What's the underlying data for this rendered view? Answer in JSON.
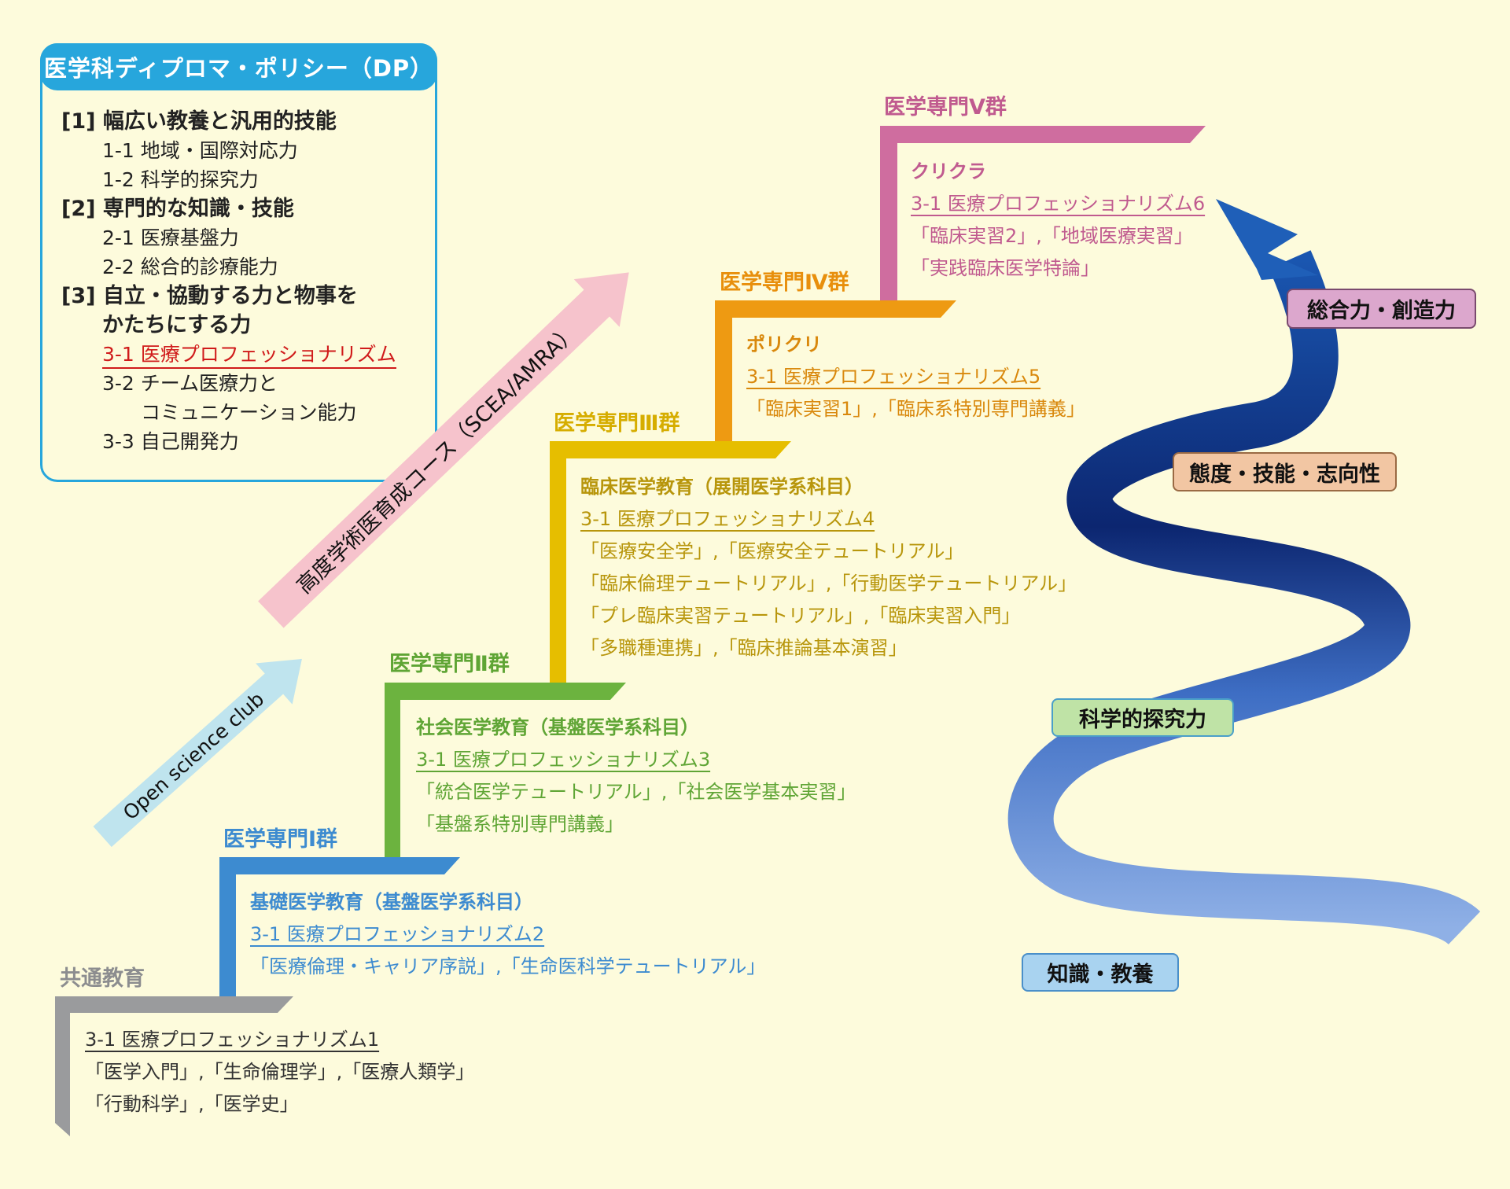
{
  "dp": {
    "title": "医学科ディプロマ・ポリシー（DP）",
    "items": [
      {
        "text": "[1] 幅広い教養と汎用的技能",
        "level": "heading"
      },
      {
        "text": "1-1 地域・国際対応力",
        "level": "sub"
      },
      {
        "text": "1-2 科学的探究力",
        "level": "sub"
      },
      {
        "text": "[2] 専門的な知識・技能",
        "level": "heading"
      },
      {
        "text": "2-1 医療基盤力",
        "level": "sub"
      },
      {
        "text": "2-2 総合的診療能力",
        "level": "sub"
      },
      {
        "text": "[3] 自立・協動する力と物事を",
        "level": "heading"
      },
      {
        "text": "かたちにする力",
        "level": "heading-cont"
      },
      {
        "text": "3-1 医療プロフェッショナリズム",
        "level": "highlight"
      },
      {
        "text": "3-2 チーム医療力と",
        "level": "sub"
      },
      {
        "text": "コミュニケーション能力",
        "level": "sub-cont"
      },
      {
        "text": "3-3 自己開発力",
        "level": "sub"
      }
    ]
  },
  "arrows": {
    "open_science": "Open science club",
    "advanced": "高度学術医育成コース（SCEA/AMRA）"
  },
  "steps": [
    {
      "label": "共通教育",
      "color": "#9a9b9d",
      "title": "",
      "pro": "3-1 医療プロフェッショナリズム1",
      "courses": [
        "「医学入門」,「生命倫理学」,「医療人類学」",
        "「行動科学」,「医学史」"
      ]
    },
    {
      "label": "医学専門Ⅰ群",
      "color": "#3d8bd0",
      "title": "基礎医学教育（基盤医学系科目）",
      "pro": "3-1 医療プロフェッショナリズム2",
      "courses": [
        "「医療倫理・キャリア序説」,「生命医科学テュートリアル」"
      ]
    },
    {
      "label": "医学専門Ⅱ群",
      "color": "#6cb33f",
      "title": "社会医学教育（基盤医学系科目）",
      "pro": "3-1 医療プロフェッショナリズム3",
      "courses": [
        "「統合医学テュートリアル」,「社会医学基本実習」",
        "「基盤系特別専門講義」"
      ]
    },
    {
      "label": "医学専門Ⅲ群",
      "color": "#e6be00",
      "textcolor": "#b8960c",
      "title": "臨床医学教育（展開医学系科目）",
      "pro": "3-1 医療プロフェッショナリズム4",
      "courses": [
        "「医療安全学」,「医療安全テュートリアル」",
        "「臨床倫理テュートリアル」,「行動医学テュートリアル」",
        "「プレ臨床実習テュートリアル」,「臨床実習入門」",
        "「多職種連携」,「臨床推論基本演習」"
      ]
    },
    {
      "label": "医学専門Ⅳ群",
      "color": "#ee9a12",
      "textcolor": "#d9880c",
      "title": "ポリクリ",
      "pro": "3-1 医療プロフェッショナリズム5",
      "courses": [
        "「臨床実習1」,「臨床系特別専門講義」"
      ]
    },
    {
      "label": "医学専門Ⅴ群",
      "color": "#cf6d9f",
      "textcolor": "#c05a8f",
      "title": "クリクラ",
      "pro": "3-1 医療プロフェッショナリズム6",
      "courses": [
        "「臨床実習2」,「地域医療実習」",
        "「実践臨床医学特論」"
      ]
    }
  ],
  "spiral": {
    "badges": [
      "総合力・創造力",
      "態度・技能・志向性",
      "科学的探究力",
      "知識・教養"
    ]
  }
}
